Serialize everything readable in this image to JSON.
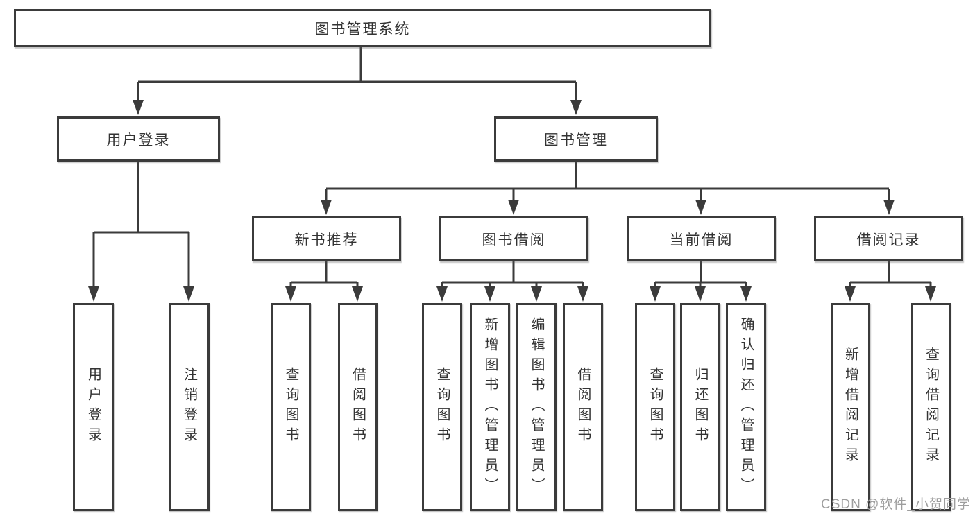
{
  "diagram_type": "hierarchy-tree",
  "tree": {
    "label": "图书管理系统",
    "children": [
      {
        "label": "用户登录",
        "children": [
          {
            "label": "用户登录"
          },
          {
            "label": "注销登录"
          }
        ]
      },
      {
        "label": "图书管理",
        "children": [
          {
            "label": "新书推荐",
            "children": [
              {
                "label": "查询图书"
              },
              {
                "label": "借阅图书"
              }
            ]
          },
          {
            "label": "图书借阅",
            "children": [
              {
                "label": "查询图书"
              },
              {
                "label": "新增图书（管理员）"
              },
              {
                "label": "编辑图书（管理员）"
              },
              {
                "label": "借阅图书"
              }
            ]
          },
          {
            "label": "当前借阅",
            "children": [
              {
                "label": "查询图书"
              },
              {
                "label": "归还图书"
              },
              {
                "label": "确认归还（管理员）"
              }
            ]
          },
          {
            "label": "借阅记录",
            "children": [
              {
                "label": "新增借阅记录"
              },
              {
                "label": "查询借阅记录"
              }
            ]
          }
        ]
      }
    ]
  },
  "watermark": {
    "text": "CSDN @软件_小贺同学"
  },
  "colors": {
    "line": "#3b3b3b",
    "box_border": "#3b3b3b",
    "box_fill": "#ffffff",
    "text": "#333333",
    "watermark": "#9e9e9e",
    "background": "#ffffff"
  }
}
